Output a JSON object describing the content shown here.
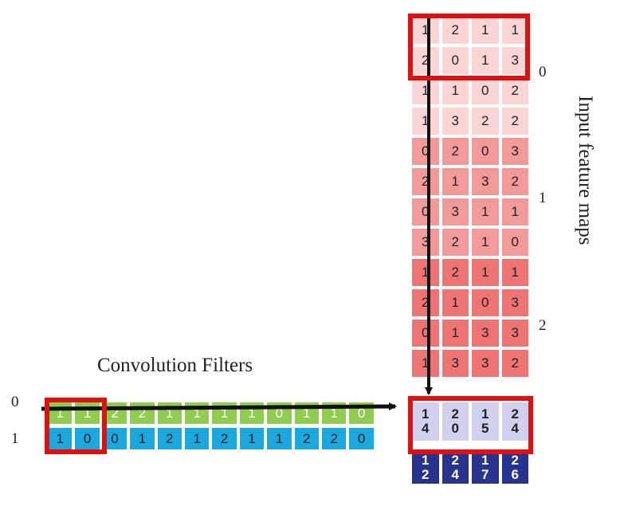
{
  "labels": {
    "filters_title": "Convolution Filters",
    "input_title": "Input feature maps",
    "map_indices": [
      "0",
      "1",
      "2"
    ],
    "filter_indices": [
      "0",
      "1"
    ]
  },
  "input_maps": [
    [
      "1",
      "2",
      "1",
      "1"
    ],
    [
      "2",
      "0",
      "1",
      "3"
    ],
    [
      "1",
      "1",
      "0",
      "2"
    ],
    [
      "1",
      "3",
      "2",
      "2"
    ],
    [
      "0",
      "2",
      "0",
      "3"
    ],
    [
      "2",
      "1",
      "3",
      "2"
    ],
    [
      "0",
      "3",
      "1",
      "1"
    ],
    [
      "3",
      "2",
      "1",
      "0"
    ],
    [
      "1",
      "2",
      "1",
      "1"
    ],
    [
      "2",
      "1",
      "0",
      "3"
    ],
    [
      "0",
      "1",
      "3",
      "3"
    ],
    [
      "1",
      "3",
      "3",
      "2"
    ]
  ],
  "filters": [
    [
      "1",
      "1",
      "2",
      "2",
      "1",
      "1",
      "1",
      "1",
      "0",
      "1",
      "1",
      "0"
    ],
    [
      "1",
      "0",
      "0",
      "1",
      "2",
      "1",
      "2",
      "1",
      "1",
      "2",
      "2",
      "0"
    ]
  ],
  "outputs": [
    [
      "1\n4",
      "2\n0",
      "1\n5",
      "2\n4"
    ],
    [
      "1\n2",
      "2\n4",
      "1\n7",
      "2\n6"
    ]
  ],
  "colors": {
    "input_map0": "#fbd4d4",
    "input_map1": "#f29a9a",
    "input_map2": "#ee7373",
    "filter0": "#8fcc4f",
    "filter1": "#1aa8df",
    "output0": "#cfd1ee",
    "output1": "#27338c",
    "highlight": "#e01010",
    "arrow": "#111111"
  }
}
